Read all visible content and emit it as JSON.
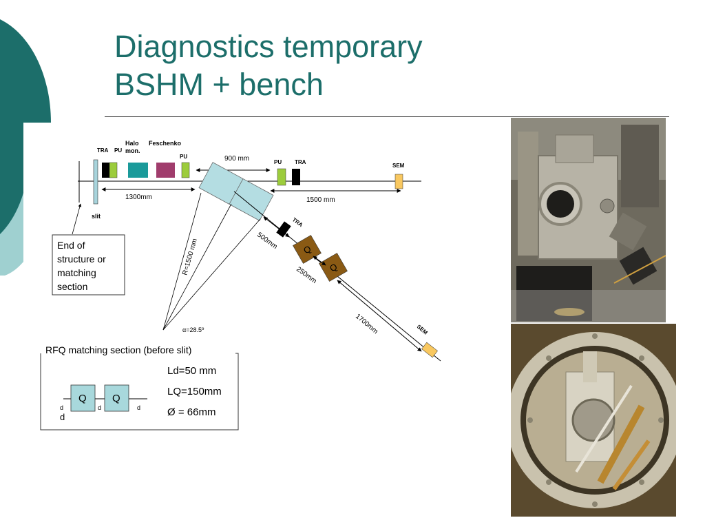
{
  "slide": {
    "title_line1": "Diagnostics temporary",
    "title_line2": "BSHM + bench",
    "theme_color": "#1c6e6a",
    "theme_light": "#9fd0d0"
  },
  "beamline": {
    "labels": {
      "tra1": "TRA",
      "pu1": "PU",
      "halo": "Halo\nmon.",
      "feschenko": "Feschenko",
      "pu2": "PU",
      "pu3": "PU",
      "tra2": "TRA",
      "sem1": "SEM",
      "tra3": "TRA",
      "sem2": "SEM",
      "slit": "slit",
      "q1": "Q",
      "q2": "Q"
    },
    "dimensions": {
      "d900": "900 mm",
      "d1300": "1300mm",
      "d1500": "1500 mm",
      "d500": "500mm",
      "d250": "250mm",
      "d1700": "1700mm",
      "radius": "R=1500 mm",
      "alpha": "α=28.5º"
    },
    "callout": "End of\nstructure or\nmatching\nsection",
    "colors": {
      "pu": "#9ccc3c",
      "tra": "#000000",
      "halo": "#1a9a9a",
      "feschenko": "#a03c6c",
      "sem": "#f9c860",
      "dipole": "#b4dde2",
      "quad": "#8a5a14",
      "slit": "#a8d4dc"
    }
  },
  "rfq_box": {
    "title": "RFQ matching section (before slit)",
    "q1": "Q",
    "q2": "Q",
    "d_labels": [
      "d",
      "d",
      "d",
      "d"
    ],
    "params": [
      "Ld=50 mm",
      "LQ=150mm",
      "Ø = 66mm"
    ],
    "quad_color": "#a8d8dc"
  },
  "photos": {
    "top": "vacuum-chamber-photo",
    "bottom": "chamber-interior-photo"
  }
}
